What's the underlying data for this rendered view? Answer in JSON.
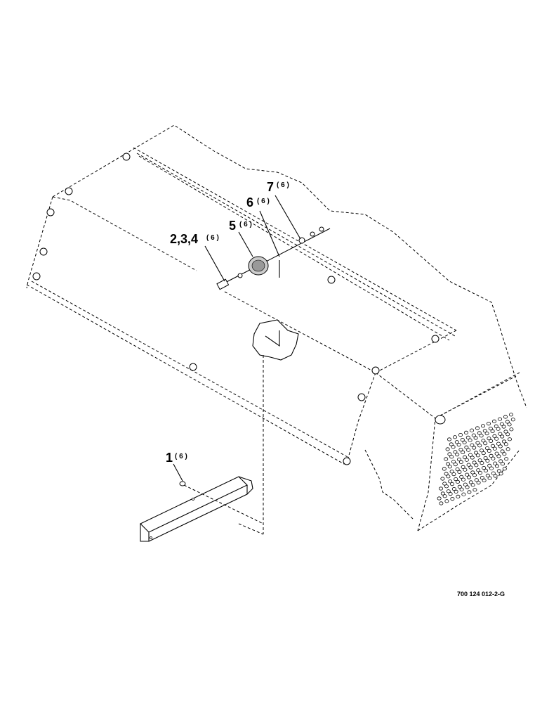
{
  "callouts": [
    {
      "id": "c7",
      "number": "7",
      "qty": "( 6 )"
    },
    {
      "id": "c6",
      "number": "6",
      "qty": "( 6 )"
    },
    {
      "id": "c5",
      "number": "5",
      "qty": "( 6 )"
    },
    {
      "id": "c234",
      "number": "2,3,4",
      "qty": "( 6 )"
    },
    {
      "id": "c1",
      "number": "1",
      "qty": "( 6 )"
    }
  ],
  "drawing_id": "700 124 012-2-G"
}
